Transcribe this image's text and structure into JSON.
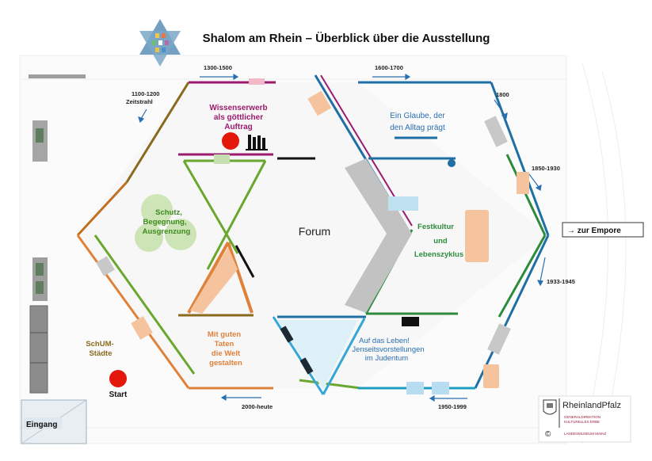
{
  "title": "Shalom am Rhein – Überblick über die Ausstellung",
  "periods": {
    "p1100": "1100-1200",
    "zeitstrahl": "Zeitstrahl",
    "p1300": "1300-1500",
    "p1600": "1600-1700",
    "p1800": "1800",
    "p1850": "1850-1930",
    "p1933": "1933-1945",
    "p1950": "1950-1999",
    "p2000": "2000-heute"
  },
  "sections": {
    "wissen": [
      "Wissenserwerb",
      "als göttlicher",
      "Auftrag"
    ],
    "glaube": [
      "Ein Glaube, der",
      "den Alltag prägt"
    ],
    "schutz": [
      "Schutz,",
      "Begegnung,",
      "Ausgrenzung"
    ],
    "forum": "Forum",
    "fest": [
      "Festkultur",
      "und",
      "Lebenszyklus"
    ],
    "taten": [
      "Mit guten",
      "Taten",
      "die Welt",
      "gestalten"
    ],
    "leben": [
      "Auf das Leben!",
      "Jenseitsvorstellungen",
      "im Judentum"
    ],
    "schum": [
      "SchUM-",
      "Städte"
    ]
  },
  "labels": {
    "start": "Start",
    "eingang": "Eingang",
    "empore": "→ zur Empore"
  },
  "logo": {
    "name": "RheinlandPfalz",
    "line1": "GENERALDIREKTION",
    "line2": "KULTURELLES ERBE",
    "line3": "LANDESMUSEUM MAINZ",
    "copyright": "©"
  },
  "colors": {
    "purple": "#9b1b6e",
    "blue": "#1f6fa5",
    "green": "#5a9e2a",
    "orange": "#e0813a",
    "olive": "#8a6a1e",
    "red": "#e3170a",
    "gray": "#c8c8c8",
    "peach": "#f6c39f"
  }
}
